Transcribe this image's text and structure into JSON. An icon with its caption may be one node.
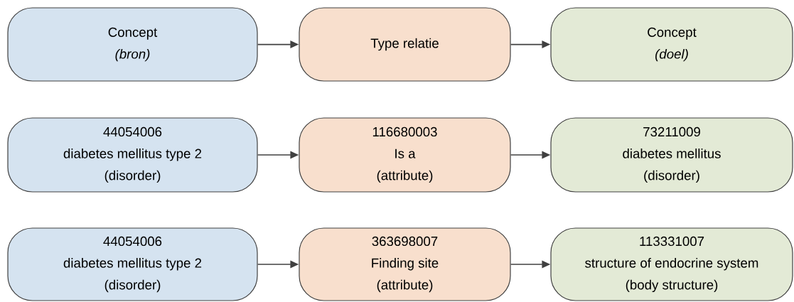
{
  "diagram": {
    "nodes": [
      {
        "text": [
          "Concept",
          "(bron)"
        ]
      },
      {
        "text": [
          "Type relatie"
        ]
      },
      {
        "text": [
          "Concept",
          "(doel)"
        ]
      },
      {
        "text": [
          "44054006",
          "diabetes mellitus type 2",
          "(disorder)"
        ]
      },
      {
        "text": [
          "116680003",
          "Is a",
          "(attribute)"
        ]
      },
      {
        "text": [
          "73211009",
          "diabetes mellitus",
          "(disorder)"
        ]
      },
      {
        "text": [
          "44054006",
          "diabetes mellitus type 2",
          "(disorder)"
        ]
      },
      {
        "text": [
          "363698007",
          "Finding site",
          "(attribute)"
        ]
      },
      {
        "text": [
          "113331007",
          "structure of endocrine system",
          "(body structure)"
        ]
      }
    ],
    "edges": [
      {
        "from": 0,
        "to": 1,
        "arrow": "to"
      },
      {
        "from": 1,
        "to": 2,
        "arrow": "to"
      },
      {
        "from": 3,
        "to": 4,
        "arrow": "to"
      },
      {
        "from": 4,
        "to": 5,
        "arrow": "to"
      },
      {
        "from": 6,
        "to": 7,
        "arrow": "to"
      },
      {
        "from": 7,
        "to": 8,
        "arrow": "to"
      }
    ]
  }
}
